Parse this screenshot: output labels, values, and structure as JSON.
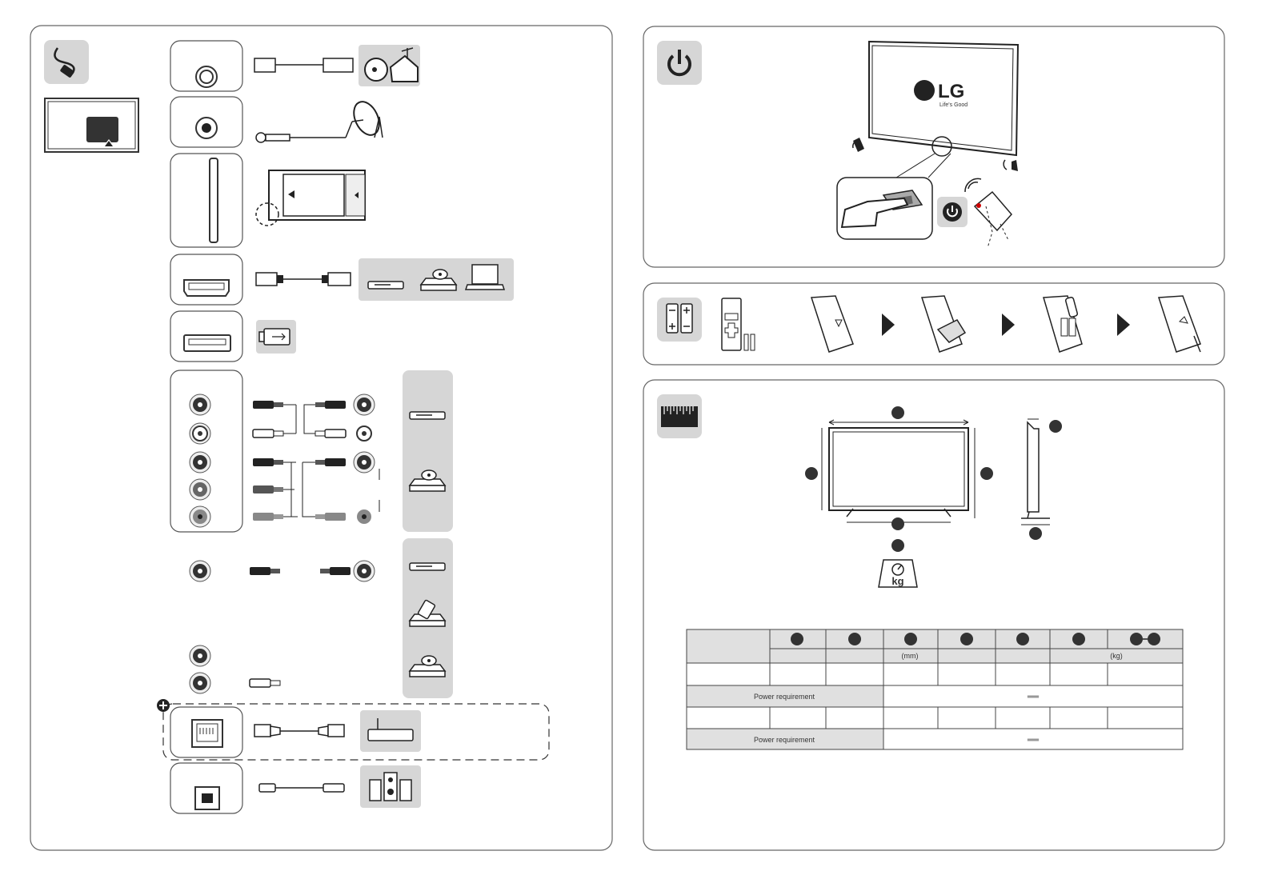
{
  "connections_panel": {
    "icon": "cable-icon",
    "ports": [
      {
        "name": "antenna-port",
        "device_icons": [
          "antenna-house-icon"
        ]
      },
      {
        "name": "satellite-port",
        "device_icons": [
          "satellite-dish-icon"
        ]
      },
      {
        "name": "ci-slot",
        "device_icons": [
          "ci-module-icon"
        ]
      },
      {
        "name": "hdmi-port",
        "device_icons": [
          "set-top-box-icon",
          "dvd-player-icon",
          "laptop-icon"
        ]
      },
      {
        "name": "usb-port",
        "device_icons": [
          "usb-drive-icon"
        ]
      },
      {
        "name": "component-av-port",
        "device_icons": [
          "set-top-box-icon",
          "dvd-player-icon"
        ]
      },
      {
        "name": "av-in-port",
        "device_icons": [
          "set-top-box-icon",
          "game-console-icon",
          "dvd-player-icon"
        ]
      },
      {
        "name": "lan-port",
        "device_icons": [
          "router-icon"
        ]
      },
      {
        "name": "optical-port",
        "device_icons": [
          "speaker-system-icon"
        ]
      }
    ]
  },
  "power_panel": {
    "icon": "power-icon",
    "brand": {
      "logo_text": "LG",
      "tagline": "Life's Good"
    }
  },
  "battery_panel": {
    "icon": "battery-icon",
    "steps": [
      "open-cover",
      "remove-cover",
      "insert-batteries",
      "close-cover"
    ]
  },
  "spec_panel": {
    "icon": "ruler-icon",
    "weight_label": "kg",
    "table": {
      "unit_mm": "(mm)",
      "unit_kg": "(kg)",
      "power_label": "Power requirement",
      "power_symbol": "══"
    }
  }
}
